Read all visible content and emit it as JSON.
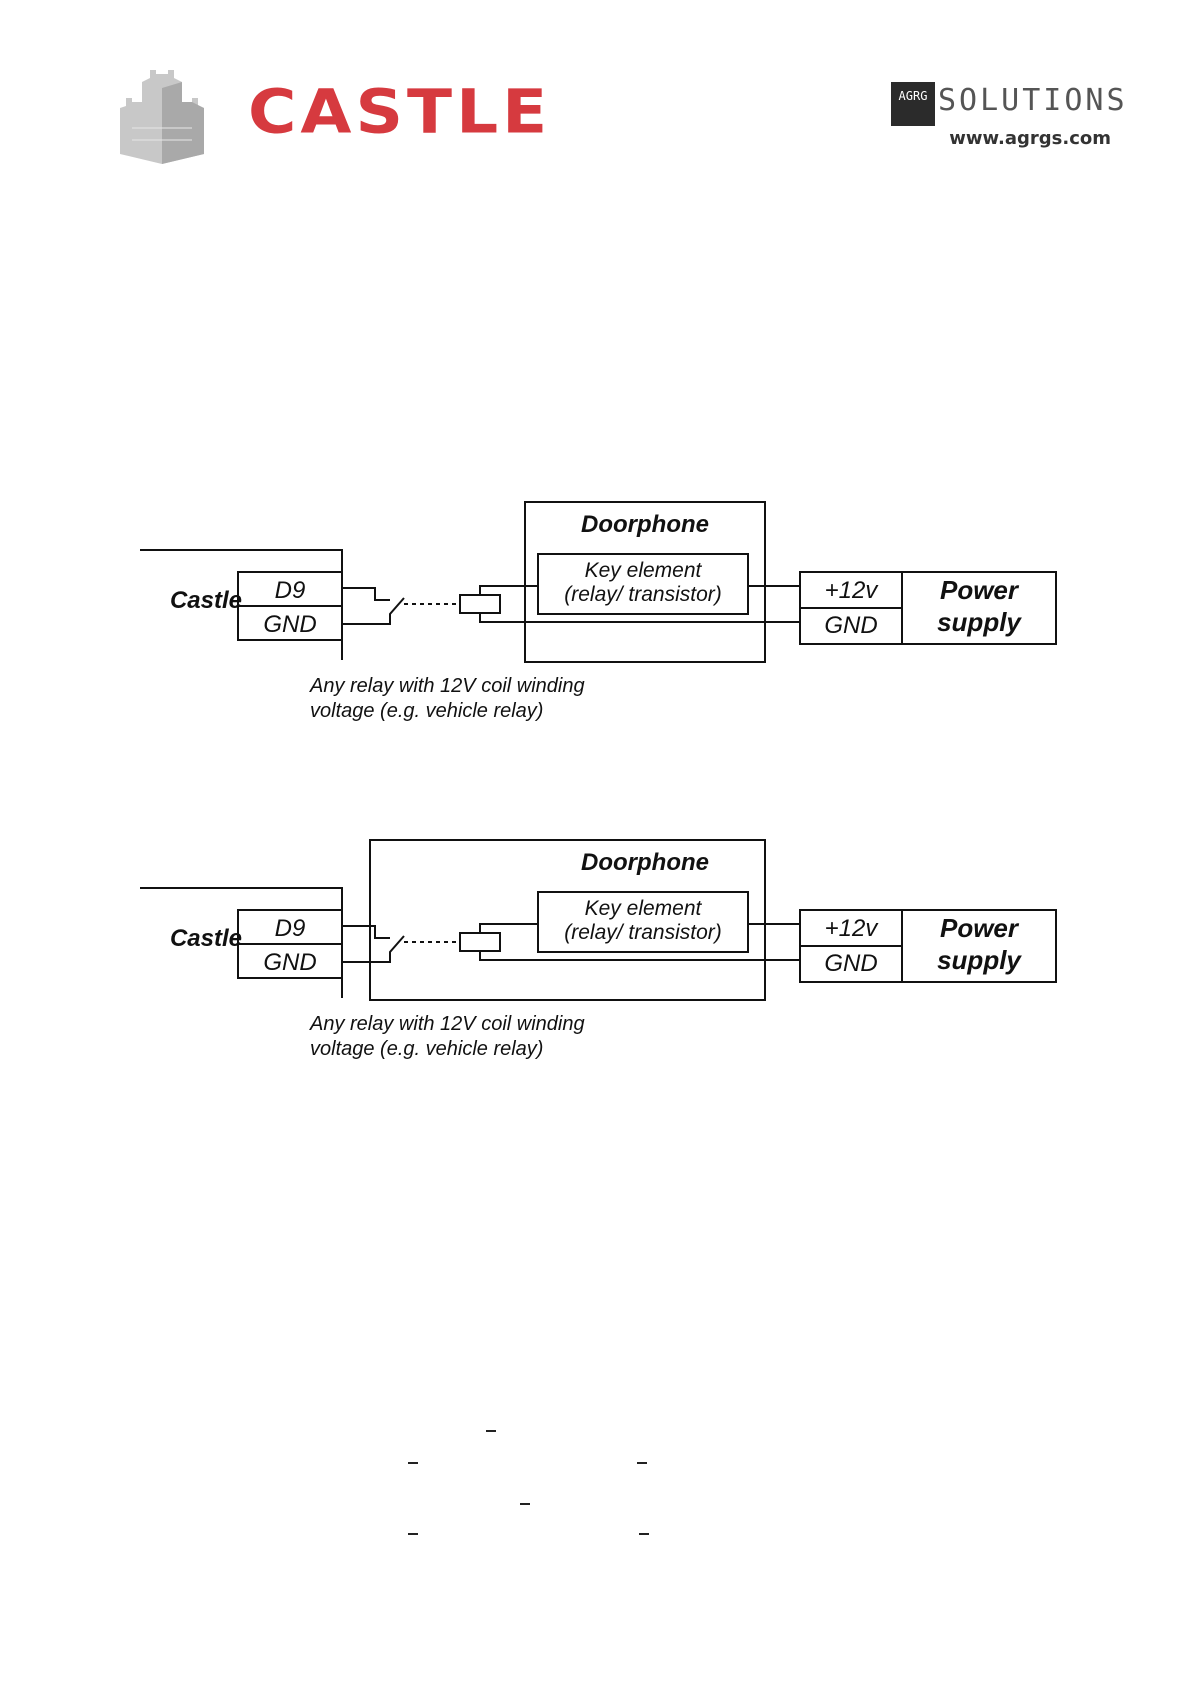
{
  "header": {
    "brand": "CASTLE",
    "agrg_mark": "AGRG",
    "solutions": "SOLUTIONS",
    "website": "www.agrgs.com",
    "brand_color": "#d63a3f",
    "logo_icon": "castle-tower-icon"
  },
  "diagrams": [
    {
      "doorphone": "Doorphone",
      "key_line1": "Key element",
      "key_line2": "(relay/ transistor)",
      "castle": "Castle",
      "pin_d9": "D9",
      "pin_gnd": "GND",
      "ps_plus": "+12v",
      "ps_gnd": "GND",
      "ps_line1": "Power",
      "ps_line2": "supply",
      "relay_line1": "Any relay with 12V coil winding",
      "relay_line2": "voltage (e.g. vehicle relay)"
    },
    {
      "doorphone": "Doorphone",
      "key_line1": "Key element",
      "key_line2": "(relay/ transistor)",
      "castle": "Castle",
      "pin_d9": "D9",
      "pin_gnd": "GND",
      "ps_plus": "+12v",
      "ps_gnd": "GND",
      "ps_line1": "Power",
      "ps_line2": "supply",
      "relay_line1": "Any relay with 12V coil winding",
      "relay_line2": "voltage (e.g. vehicle relay)"
    }
  ]
}
